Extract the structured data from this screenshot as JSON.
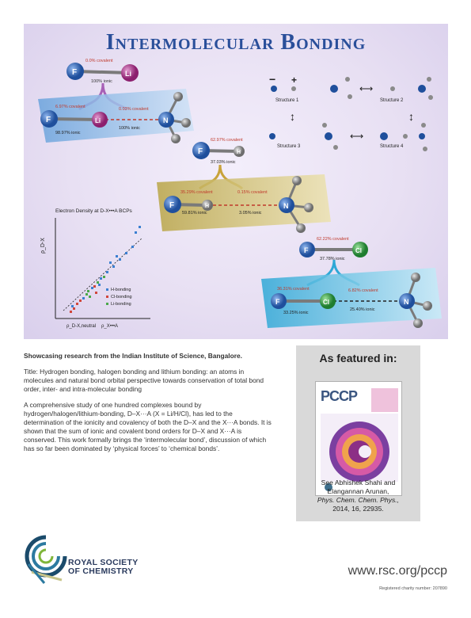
{
  "poster": {
    "title": "Intermolecular Bonding",
    "fli_top": {
      "covalent": "0.0% covalent",
      "ionic": "100% ionic"
    },
    "fli_bottom": {
      "left_covalent": "6.97% covalent",
      "left_ionic": "98.97% ionic",
      "right_covalent": "0.03% covalent",
      "right_ionic": "100% ionic"
    },
    "fh_top": {
      "covalent": "62.97% covalent",
      "ionic": "37.03% ionic"
    },
    "fh_bottom": {
      "left_covalent": "35.29% covalent",
      "left_ionic": "59.81% ionic",
      "right_covalent": "0.15% covalent",
      "right_ionic": "3.05% ionic"
    },
    "fcl_top": {
      "covalent": "62.22% covalent",
      "ionic": "37.78% ionic"
    },
    "fcl_bottom": {
      "left_covalent": "36.31% covalent",
      "left_ionic": "33.25% ionic",
      "right_covalent": "6.82% covalent",
      "right_ionic": "25.40% ionic"
    },
    "structures": [
      "Structure 1",
      "Structure 2",
      "Structure 3",
      "Structure 4"
    ],
    "plot": {
      "title": "Electron Density at D-X•••A BCPs",
      "ylabel": "ρ_D-X",
      "xlabel_left": "ρ_D-X,neutral",
      "xlabel_right": "ρ_X•••A",
      "legend": [
        "H-bonding",
        "Cl-bonding",
        "Li-bonding"
      ]
    },
    "atoms": {
      "F": "F",
      "Li": "Li",
      "H": "H",
      "N": "N",
      "Cl": "Cl"
    }
  },
  "colors": {
    "title": "#2a4f9a",
    "F": "#2e64b8",
    "Li": "#b3308c",
    "H": "#8a8a8a",
    "N": "#2e64b8",
    "Cl": "#2ea043",
    "ribbon_blue": "#5b9bd5",
    "ribbon_olive": "#c8b456",
    "ribbon_cyan": "#3fb2d8",
    "label_red": "#c0392b",
    "h_bond": "#3b7fd1",
    "cl_bond": "#d1463b",
    "li_bond": "#4aa84a"
  },
  "text": {
    "showcase": "Showcasing research from the Indian Institute of Science, Bangalore.",
    "title": "Title: Hydrogen bonding, halogen bonding and lithium bonding: an atoms in molecules and natural bond orbital perspective towards conservation of total bond order, inter- and intra-molecular bonding",
    "abstract": "A comprehensive study of one hundred complexes bound by hydrogen/halogen/lithium-bonding, D–X···A (X = Li/H/Cl), has led to the determination of the ionicity and covalency of both the D–X and the X···A bonds. It is shown that the sum of ionic and covalent bond orders for D–X and X···A is conserved. This work formally brings the ‘intermolecular bond’, discussion of which has so far been dominated by ‘physical forces’ to ‘chemical bonds’."
  },
  "featured": {
    "heading": "As featured in:",
    "journal": "PCCP",
    "cite_line1": "See Abhishek Shahi and",
    "cite_line2": "Elangannan Arunan,",
    "cite_journal": "Phys. Chem. Chem. Phys.,",
    "cite_year": "2014, 16, 22935."
  },
  "footer": {
    "society_line1": "ROYAL SOCIETY",
    "society_line2": "OF CHEMISTRY",
    "url": "www.rsc.org/pccp",
    "charity": "Registered charity number: 207890"
  }
}
